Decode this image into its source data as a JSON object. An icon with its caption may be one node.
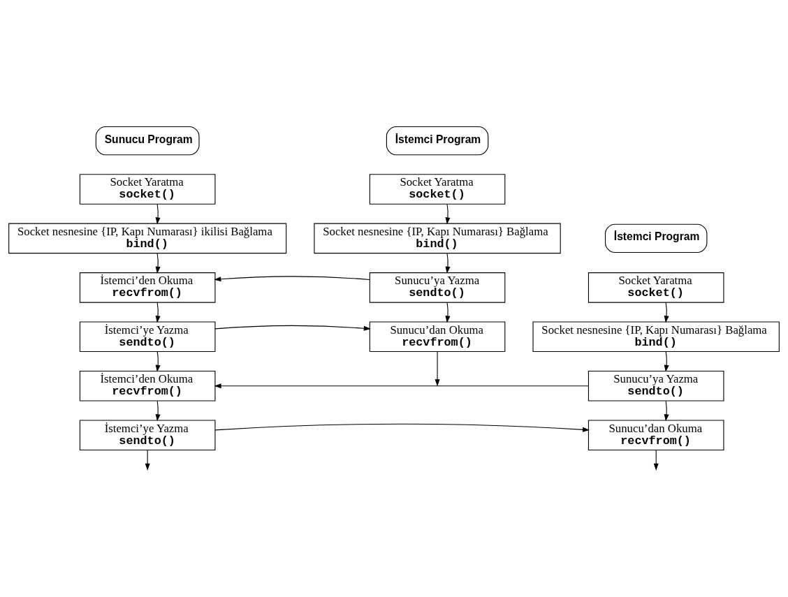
{
  "diagram": {
    "nodes": [
      {
        "text": [
          "Sunucu Program"
        ]
      },
      {
        "text": [
          "Socket Yaratma",
          "socket()"
        ]
      },
      {
        "text": [
          "Socket nesnesine {IP, Kapı Numarası} ikilisi Bağlama",
          "bind()"
        ]
      },
      {
        "text": [
          "İstemci’den Okuma",
          "recvfrom()"
        ]
      },
      {
        "text": [
          "İstemci’ye Yazma",
          "sendto()"
        ]
      },
      {
        "text": [
          "İstemci’den Okuma",
          "recvfrom()"
        ]
      },
      {
        "text": [
          "İstemci’ye Yazma",
          "sendto()"
        ]
      },
      {
        "text": [
          "İstemci Program"
        ]
      },
      {
        "text": [
          "Socket Yaratma",
          "socket()"
        ]
      },
      {
        "text": [
          "Socket nesnesine {IP, Kapı Numarası} Bağlama",
          "bind()"
        ]
      },
      {
        "text": [
          "Sunucu’ya Yazma",
          "sendto()"
        ]
      },
      {
        "text": [
          "Sunucu’dan Okuma",
          "recvfrom()"
        ]
      },
      {
        "text": [
          "İstemci Program"
        ]
      },
      {
        "text": [
          "Socket Yaratma",
          "socket()"
        ]
      },
      {
        "text": [
          "Socket nesnesine {IP, Kapı Numarası} Bağlama",
          "bind()"
        ]
      },
      {
        "text": [
          "Sunucu’ya Yazma",
          "sendto()"
        ]
      },
      {
        "text": [
          "Sunucu’dan Okuma",
          "recvfrom()"
        ]
      }
    ],
    "edges": [
      {
        "from": 1,
        "to": 2,
        "arrow": "to"
      },
      {
        "from": 2,
        "to": 3,
        "arrow": "to"
      },
      {
        "from": 3,
        "to": 4,
        "arrow": "to"
      },
      {
        "from": 4,
        "to": 5,
        "arrow": "to"
      },
      {
        "from": 5,
        "to": 6,
        "arrow": "to"
      },
      {
        "from": 6,
        "to": null,
        "arrow": "to"
      },
      {
        "from": 8,
        "to": 9,
        "arrow": "to"
      },
      {
        "from": 9,
        "to": 10,
        "arrow": "to"
      },
      {
        "from": 10,
        "to": 11,
        "arrow": "to"
      },
      {
        "from": 11,
        "to": null,
        "arrow": "to"
      },
      {
        "from": 13,
        "to": 14,
        "arrow": "to"
      },
      {
        "from": 14,
        "to": 15,
        "arrow": "to"
      },
      {
        "from": 15,
        "to": 16,
        "arrow": "to"
      },
      {
        "from": 16,
        "to": null,
        "arrow": "to"
      },
      {
        "from": 10,
        "to": 3,
        "arrow": "to"
      },
      {
        "from": 4,
        "to": 11,
        "arrow": "to"
      },
      {
        "from": 15,
        "to": 5,
        "arrow": "to"
      },
      {
        "from": 6,
        "to": 16,
        "arrow": "to"
      }
    ]
  }
}
